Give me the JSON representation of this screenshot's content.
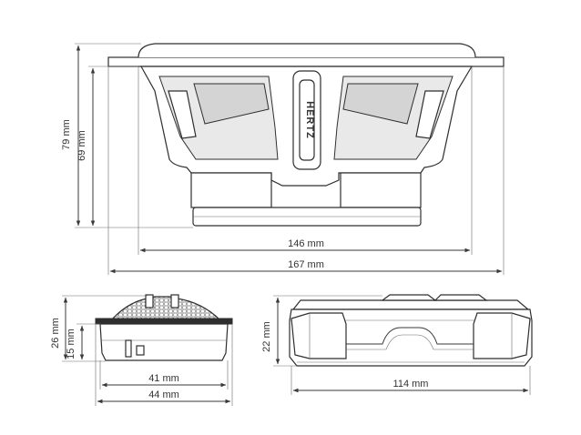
{
  "brand": "HERTZ",
  "woofer": {
    "height_outer": "79 mm",
    "height_inner": "69 mm",
    "width_inner": "146 mm",
    "width_outer": "167 mm"
  },
  "tweeter": {
    "height_outer": "26 mm",
    "height_inner": "15 mm",
    "width_inner": "41 mm",
    "width_outer": "44 mm"
  },
  "crossover": {
    "height": "22 mm",
    "width": "114 mm"
  },
  "colors": {
    "line": "#2e2e2e",
    "shade": "#e9e9e9",
    "text": "#333333"
  }
}
